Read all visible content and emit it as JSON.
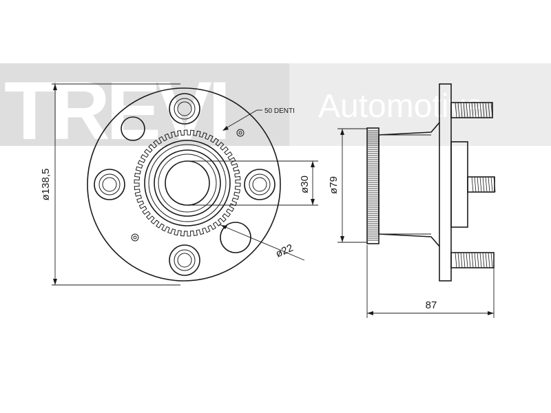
{
  "watermark": {
    "brand": "TREVI",
    "suffix": "Automotive",
    "bar_color": "#d9d9d9"
  },
  "labels": {
    "teeth": "50 DENTI",
    "outer_diameter": "ø138,5",
    "bore_diameter": "ø30",
    "hole_diameter": "ø22",
    "ring_diameter": "ø79",
    "width": "87"
  },
  "colors": {
    "ink": "#1a1a1a",
    "paper": "#ffffff"
  }
}
